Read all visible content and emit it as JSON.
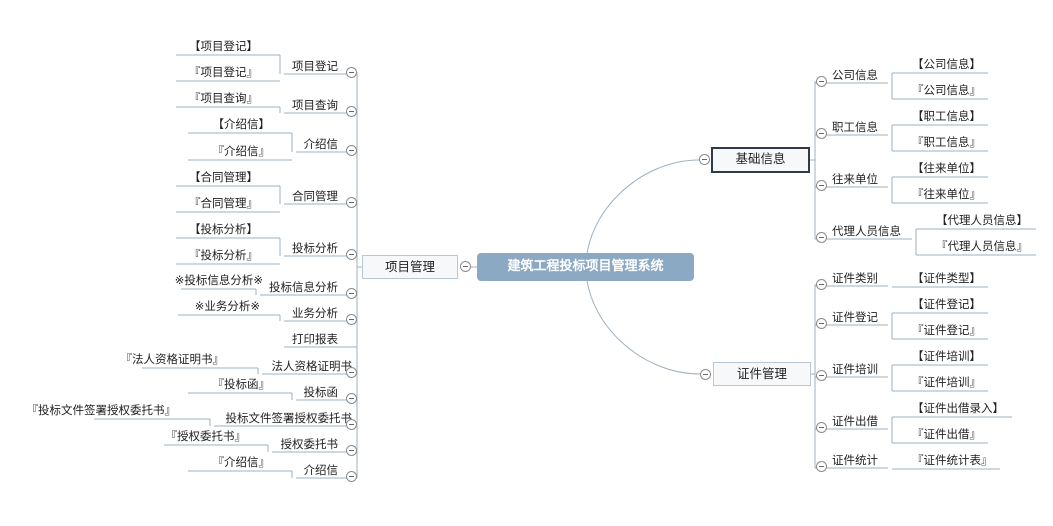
{
  "root": {
    "label": "建筑工程投标项目管理系统"
  },
  "left": {
    "label": "项目管理",
    "children": [
      {
        "label": "项目登记",
        "leaves": [
          "【项目登记】",
          "『项目登记』"
        ]
      },
      {
        "label": "项目查询",
        "leaves": [
          "『项目查询』"
        ]
      },
      {
        "label": "介绍信",
        "leaves": [
          "【介绍信】",
          "『介绍信』"
        ]
      },
      {
        "label": "合同管理",
        "leaves": [
          "【合同管理】",
          "『合同管理』"
        ]
      },
      {
        "label": "投标分析",
        "leaves": [
          "【投标分析】",
          "『投标分析』"
        ]
      },
      {
        "label": "投标信息分析",
        "leaves": [
          "※投标信息分析※"
        ]
      },
      {
        "label": "业务分析",
        "leaves": [
          "※业务分析※"
        ]
      },
      {
        "label": "打印报表",
        "leaves": []
      },
      {
        "label": "法人资格证明书",
        "leaves": [
          "『法人资格证明书』"
        ]
      },
      {
        "label": "投标函",
        "leaves": [
          "『投标函』"
        ]
      },
      {
        "label": "投标文件签署授权委托书",
        "leaves": [
          "『投标文件签署授权委托书』"
        ]
      },
      {
        "label": "授权委托书",
        "leaves": [
          "『授权委托书』"
        ]
      },
      {
        "label": "介绍信",
        "leaves": [
          "『介绍信』"
        ]
      }
    ]
  },
  "right_top": {
    "label": "基础信息",
    "children": [
      {
        "label": "公司信息",
        "leaves": [
          "【公司信息】",
          "『公司信息』"
        ]
      },
      {
        "label": "职工信息",
        "leaves": [
          "【职工信息】",
          "『职工信息』"
        ]
      },
      {
        "label": "往来单位",
        "leaves": [
          "【往来单位】",
          "『往来单位』"
        ]
      },
      {
        "label": "代理人员信息",
        "leaves": [
          "【代理人员信息】",
          "『代理人员信息』"
        ]
      }
    ]
  },
  "right_bottom": {
    "label": "证件管理",
    "children": [
      {
        "label": "证件类别",
        "leaves": [
          "【证件类型】"
        ]
      },
      {
        "label": "证件登记",
        "leaves": [
          "【证件登记】",
          "『证件登记』"
        ]
      },
      {
        "label": "证件培训",
        "leaves": [
          "【证件培训】",
          "『证件培训』"
        ]
      },
      {
        "label": "证件出借",
        "leaves": [
          "【证件出借录入】",
          "『证件出借』"
        ]
      },
      {
        "label": "证件统计",
        "leaves": [
          "『证件统计表』"
        ]
      }
    ]
  }
}
